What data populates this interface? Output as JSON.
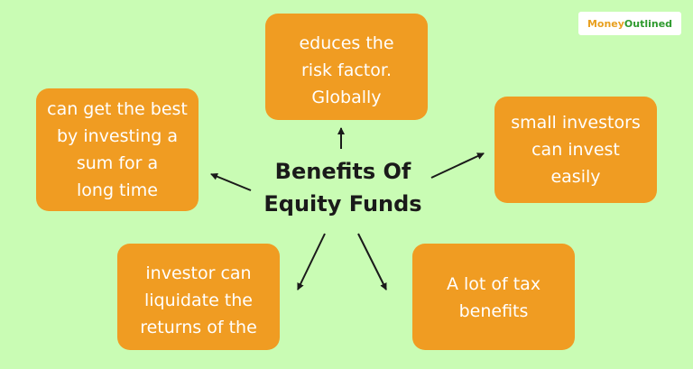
{
  "title": "Benefits Of\nEquity Funds",
  "logo": {
    "part1": "Money",
    "part2": "Outlined"
  },
  "boxes": {
    "top": "educes the\nrisk factor.\nGlobally",
    "left": "can get the best\nby investing a\nsum for a\nlong time",
    "right": "small investors\ncan invest\neasily",
    "bottom_left": "investor can\nliquidate the\nreturns of the",
    "bottom_right": "A lot of tax\nbenefits"
  },
  "colors": {
    "background": "#c9fcb4",
    "box": "#f09c22",
    "box_text": "#ffffff",
    "title_text": "#1a1a1a",
    "arrow": "#1a1a1a"
  }
}
